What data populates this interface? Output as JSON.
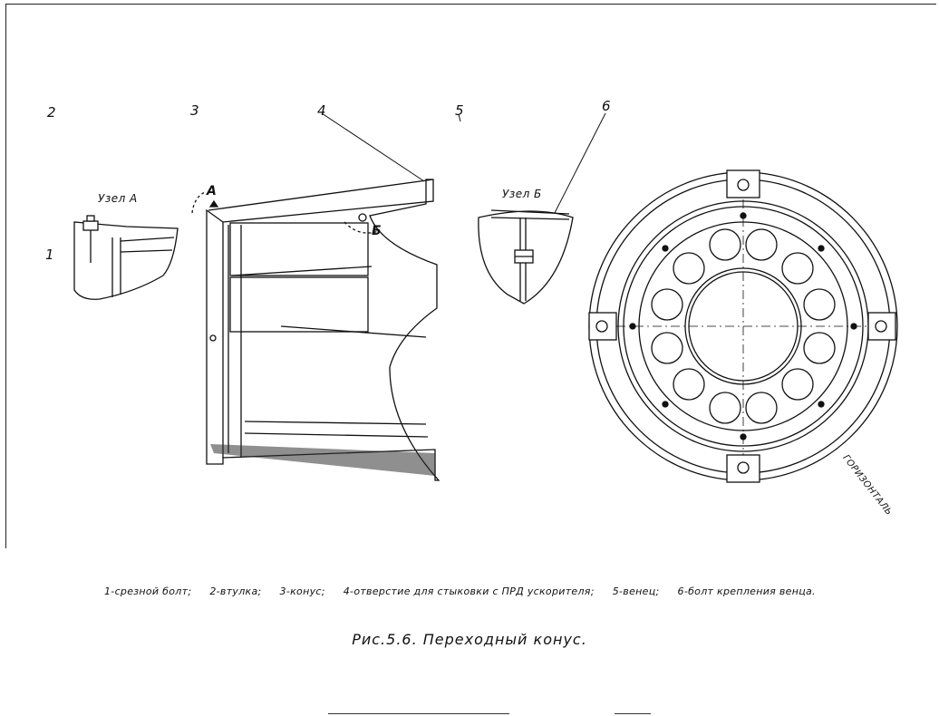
{
  "callouts": [
    "1",
    "2",
    "3",
    "4",
    "5",
    "6"
  ],
  "node_a_label": "Узел А",
  "node_b_label": "Узел Б",
  "marker_a": "А",
  "marker_b": "Б",
  "horizon_label": "ГОРИЗОНТАЛЬ",
  "legend": [
    "1-срезной болт;",
    "2-втулка;",
    "3-конус;",
    "4-отверстие для стыковки с ПРД ускорителя;",
    "5-венец;",
    "6-болт крепления венца."
  ],
  "caption": "Рис.5.6. Переходный конус."
}
